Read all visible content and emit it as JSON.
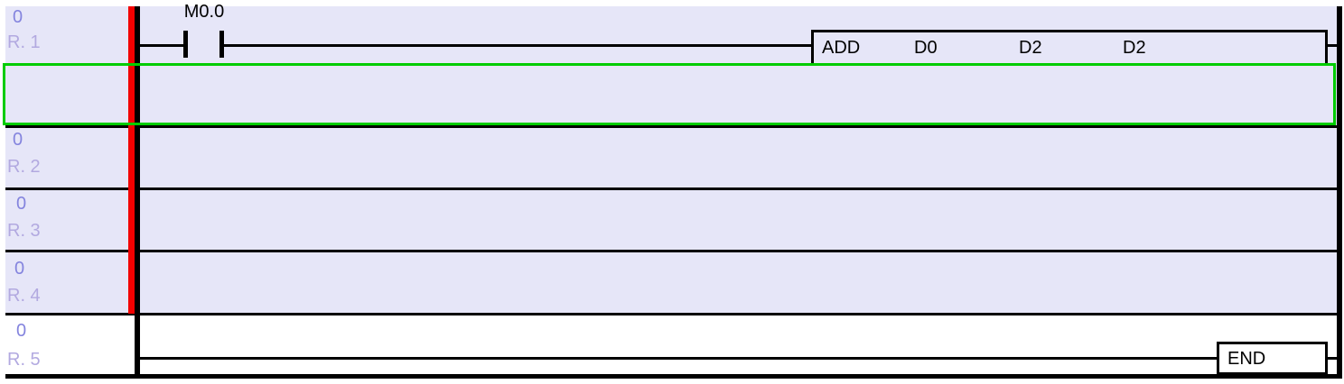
{
  "editor": {
    "type": "plc-ladder-diagram-editor"
  },
  "colors": {
    "row_background": "#e6e6f8",
    "selection_border": "#00cc00",
    "power_rail_red": "#f20000",
    "wire_black": "#000000",
    "step_label_text": "#8484de",
    "row_label_text": "#b2a9e0",
    "page_background": "#ffffff"
  },
  "rows": [
    {
      "step": "0",
      "name": "R. 1"
    },
    {
      "step": "0",
      "name": "R. 2"
    },
    {
      "step": "0",
      "name": "R. 3"
    },
    {
      "step": "0",
      "name": "R. 4"
    },
    {
      "step": "0",
      "name": "R. 5"
    }
  ],
  "rung1": {
    "contact": {
      "label": "M0.0",
      "type": "normally-open"
    },
    "instruction": {
      "opcode": "ADD",
      "operands": [
        "D0",
        "D2",
        "D2"
      ]
    }
  },
  "rung5": {
    "instruction": {
      "opcode": "END"
    }
  },
  "selection": {
    "state": "empty-row-below-R.1-selected"
  }
}
